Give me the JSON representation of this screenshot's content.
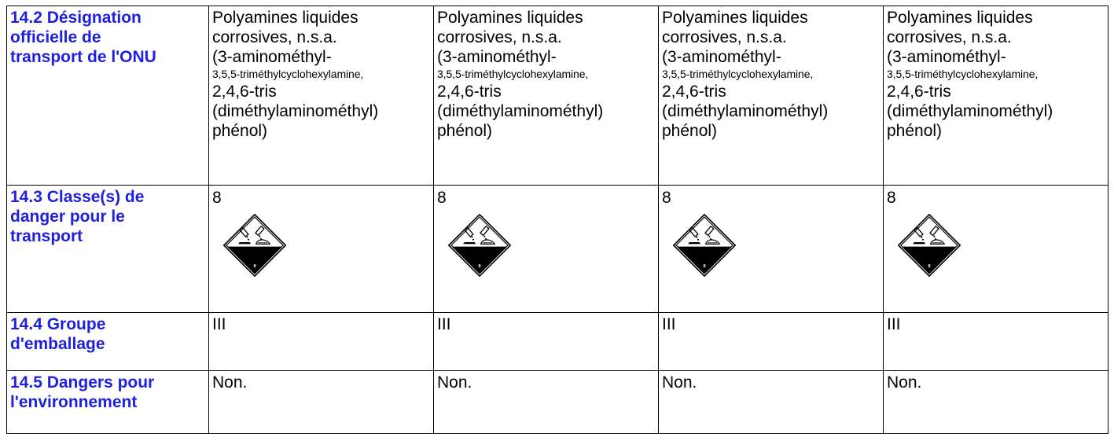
{
  "rows": {
    "designation": {
      "label": "14.2 Désignation officielle de transport de l'ONU",
      "label_lines": [
        "14.2 Désignation",
        "officielle de",
        "transport de l'ONU"
      ],
      "value_lines": [
        "Polyamines liquides",
        "corrosives, n.s.a.",
        "(3-aminométhyl-",
        "3,5,5-triméthylcyclohexylamine,",
        "2,4,6-tris",
        "(diméthylaminométhyl)",
        "phénol)"
      ]
    },
    "hazard_class": {
      "label_lines": [
        "14.3 Classe(s) de",
        "danger pour le",
        "transport"
      ],
      "value": "8",
      "placard_icon": "corrosive-class-8-placard-icon",
      "placard_number": "8"
    },
    "packing_group": {
      "label_lines": [
        "14.4 Groupe",
        "d'emballage"
      ],
      "value": "III"
    },
    "environment": {
      "label_lines": [
        "14.5 Dangers pour",
        "l'environnement"
      ],
      "value": "Non."
    }
  },
  "colors": {
    "label_text": "#1f1fe0",
    "border": "#000000",
    "text": "#000000"
  }
}
